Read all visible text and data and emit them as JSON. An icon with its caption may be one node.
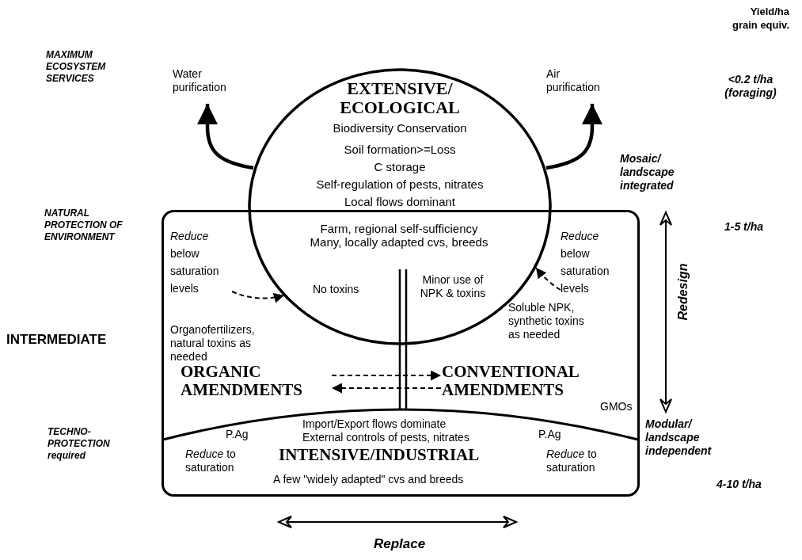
{
  "diagram": {
    "nodes": [
      {
        "text": [
          "EXTENSIVE/ ECOLOGICAL",
          "Biodiversity Conservation",
          "Soil formation>=Loss",
          "C storage",
          "Self-regulation of pests, nitrates",
          "Local flows dominant"
        ]
      },
      {
        "text": [
          "Water purification"
        ]
      },
      {
        "text": [
          "Air purification"
        ]
      },
      {
        "text": [
          "Organofertilizers, natural toxins as needed",
          "Soluble NPK, synthetic toxins as needed",
          "GMOs"
        ]
      },
      {
        "text": [
          "*Reduce* below saturation levels"
        ],
        "in": 3
      },
      {
        "text": [
          "*Reduce* below saturation levels"
        ],
        "in": 3
      },
      {
        "text": [
          "ORGANIC AMENDMENTS"
        ],
        "in": 3
      },
      {
        "text": [
          "CONVENTIONAL AMENDMENTS"
        ],
        "in": 3
      },
      {
        "text": [
          "P.Ag",
          "Import/Export flows dominate External controls of pests, nitrates",
          "P.Ag",
          "*Reduce* to saturation",
          "INTENSIVE/INDUSTRIAL",
          "*Reduce* to saturation",
          "A few \"widely adapted\" cvs and breeds"
        ],
        "in": 3
      }
    ],
    "edges": [
      {
        "from": 0,
        "to": 1,
        "arrow": "to",
        "style": "thick"
      },
      {
        "from": 0,
        "to": 2,
        "arrow": "to",
        "style": "thick"
      },
      {
        "from": 4,
        "to": 0,
        "arrow": "to",
        "style": "dashed"
      },
      {
        "from": 5,
        "to": 0,
        "arrow": "to",
        "style": "dashed"
      },
      {
        "from": 6,
        "to": 7,
        "arrow": "to",
        "style": "dashed"
      },
      {
        "from": 7,
        "to": 6,
        "arrow": "to",
        "style": "dashed"
      }
    ],
    "labels": [
      "Yield/ha grain equiv.",
      "MAXIMUM ECOSYSTEM SERVICES",
      "<0.2 t/ha (foraging)",
      "Mosaic/ landscape integrated",
      "NATURAL PROTECTION OF ENVIRONMENT",
      "Farm, regional self-sufficiency Many, locally adapted cvs, breeds",
      "1-5 t/ha",
      "No toxins",
      "Minor use of NPK & toxins",
      "Redesign",
      "INTERMEDIATE",
      "Modular/ landscape independent",
      "TECHNO-PROTECTION required",
      "4-10 t/ha",
      "Replace"
    ]
  }
}
